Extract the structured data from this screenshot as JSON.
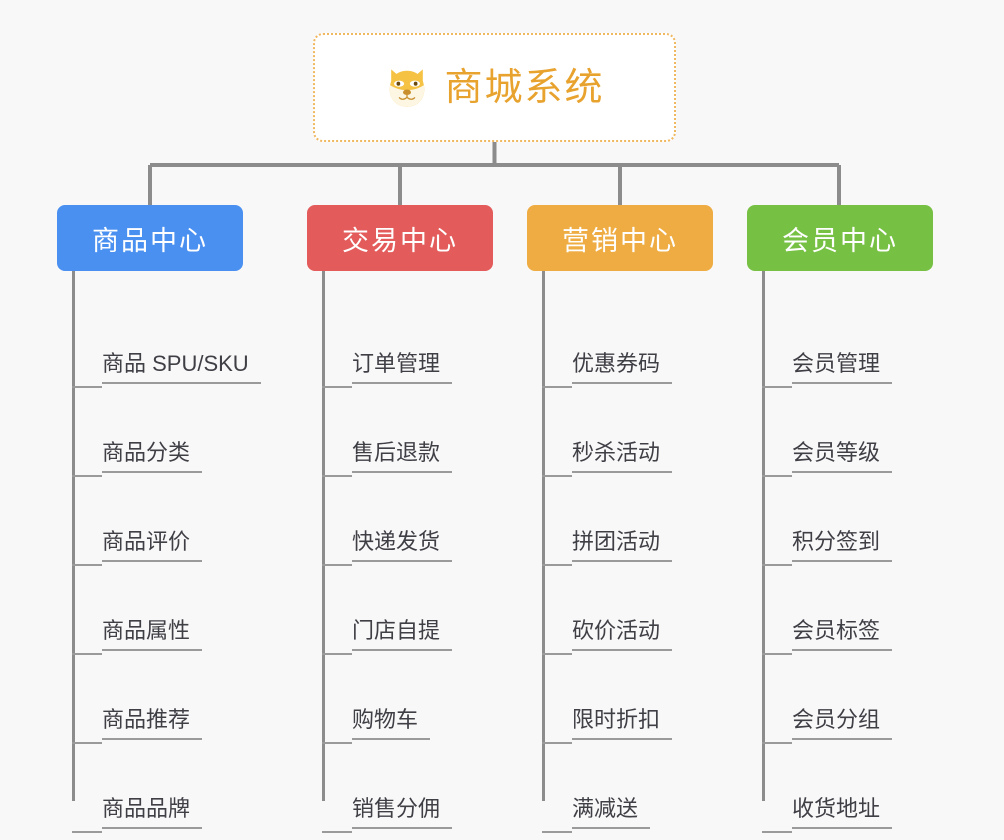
{
  "page": {
    "background_color": "#f8f8f8",
    "title": "商城系统"
  },
  "root": {
    "label": "商城系统",
    "icon": "shiba-dog-face-icon",
    "text_color": "#e8a22e",
    "border_color": "#f0b860",
    "background_color": "#ffffff"
  },
  "connector": {
    "color": "#8c8c8c"
  },
  "columns": [
    {
      "header": "商品中心",
      "color": "#4a90f0",
      "items": [
        "商品 SPU/SKU",
        "商品分类",
        "商品评价",
        "商品属性",
        "商品推荐",
        "商品品牌"
      ]
    },
    {
      "header": "交易中心",
      "color": "#e35b5b",
      "items": [
        "订单管理",
        "售后退款",
        "快递发货",
        "门店自提",
        "购物车",
        "销售分佣"
      ]
    },
    {
      "header": "营销中心",
      "color": "#eeac42",
      "items": [
        "优惠券码",
        "秒杀活动",
        "拼团活动",
        "砍价活动",
        "限时折扣",
        "满减送"
      ]
    },
    {
      "header": "会员中心",
      "color": "#76c043",
      "items": [
        "会员管理",
        "会员等级",
        "积分签到",
        "会员标签",
        "会员分组",
        "收货地址"
      ]
    }
  ]
}
